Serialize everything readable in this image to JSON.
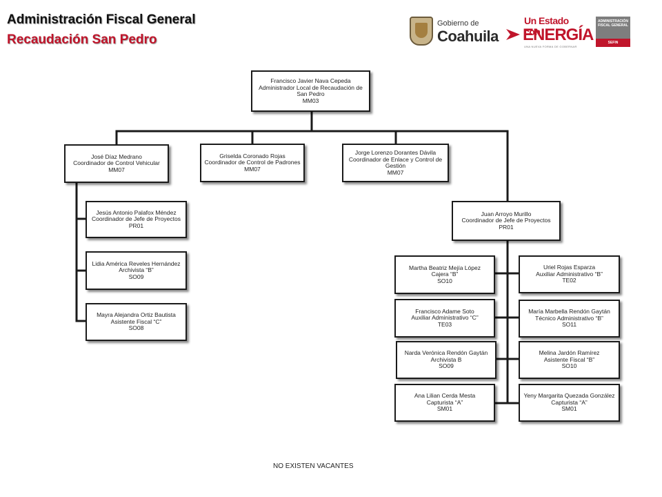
{
  "header": {
    "title": "Administración Fiscal General",
    "subtitle": "Recaudación San Pedro"
  },
  "logos": {
    "coahuila_small": "Gobierno de",
    "coahuila_big": "Coahuila",
    "energia_top": "Un Estado con",
    "energia_big": "ENERGÍA",
    "energia_tag": "UNA NUEVA FORMA DE GOBERNAR",
    "afg_line1": "ADMINISTRACIÓN",
    "afg_line2": "FISCAL GENERAL",
    "afg_sub": "SEFIN"
  },
  "nodes": {
    "admin": {
      "name": "Francisco Javier Nava Cepeda",
      "role": "Administrador Local de Recaudación de San Pedro",
      "code": "MM03"
    },
    "coord_vehicular": {
      "name": "José Díaz Medrano",
      "role": "Coordinador de Control Vehicular",
      "code": "MM07"
    },
    "coord_padrones": {
      "name": "Griselda Coronado Rojas",
      "role": "Coordinador de Control de Padrones",
      "code": "MM07"
    },
    "coord_enlace": {
      "name": "Jorge Lorenzo Dorantes Dávila",
      "role": "Coordinador de Enlace y Control de Gestión",
      "code": "MM07"
    },
    "jefe_proyectos_juan": {
      "name": "Juan Arroyo Murillo",
      "role": "Coordinador de Jefe de Proyectos",
      "code": "PR01"
    },
    "jefe_proyectos_jesus": {
      "name": "Jesús Antonio Palafox Méndez",
      "role": "Coordinador de Jefe de Proyectos",
      "code": "PR01"
    },
    "lidia": {
      "name": "Lidia América Reveles Hernández",
      "role": "Archivista “B”",
      "code": "SO09"
    },
    "mayra": {
      "name": "Mayra Alejandra Ortiz Bautista",
      "role": "Asistente Fiscal “C”",
      "code": "SO08"
    },
    "martha": {
      "name": "Martha Beatriz Mejía López",
      "role": "Cajera “B”",
      "code": "SO10"
    },
    "francisco_adame": {
      "name": "Francisco Adame Soto",
      "role": "Auxiliar Administrativo “C”",
      "code": "TE03"
    },
    "narda": {
      "name": "Narda Verónica Rendón Gaytán",
      "role": "Archivista B",
      "code": "SO09"
    },
    "ana": {
      "name": "Ana Lilian Cerda Mesta",
      "role": "Capturista “A”",
      "code": "SM01"
    },
    "uriel": {
      "name": "Uriel Rojas Esparza",
      "role": "Auxiliar Administrativo “B”",
      "code": "TE02"
    },
    "maria": {
      "name": "María Marbella Rendón Gaytán",
      "role": "Técnico Administrativo “B”",
      "code": "SO11"
    },
    "melina": {
      "name": "Melina Jardón Ramírez",
      "role": "Asistente Fiscal “B”",
      "code": "SO10"
    },
    "yeny": {
      "name": "Yeny Margarita Quezada González",
      "role": "Capturista “A”",
      "code": "SM01"
    }
  },
  "footer": {
    "note": "NO EXISTEN VACANTES"
  }
}
